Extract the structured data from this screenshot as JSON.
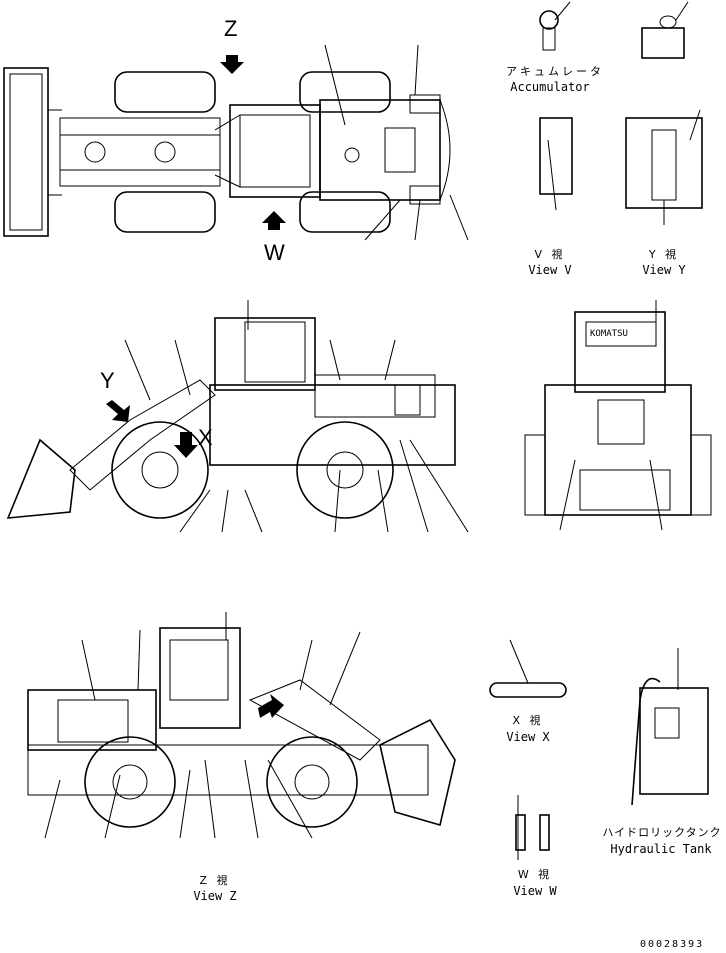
{
  "labels": {
    "accumulator_jp": "アキュムレータ",
    "accumulator_en": "Accumulator",
    "view_v_jp": "V 視",
    "view_v_en": "View V",
    "view_y_jp": "Y 視",
    "view_y_en": "View Y",
    "view_x_jp": "X 視",
    "view_x_en": "View X",
    "view_z_jp": "Z 視",
    "view_z_en": "View Z",
    "view_w_jp": "W 視",
    "view_w_en": "View W",
    "hydraulic_tank_jp": "ハイドロリックタンク",
    "hydraulic_tank_en": "Hydraulic Tank"
  },
  "arrows": {
    "z": "Z",
    "w": "W",
    "y": "Y",
    "x": "X"
  },
  "brand": "KOMATSU",
  "drawing_number": "00028393"
}
